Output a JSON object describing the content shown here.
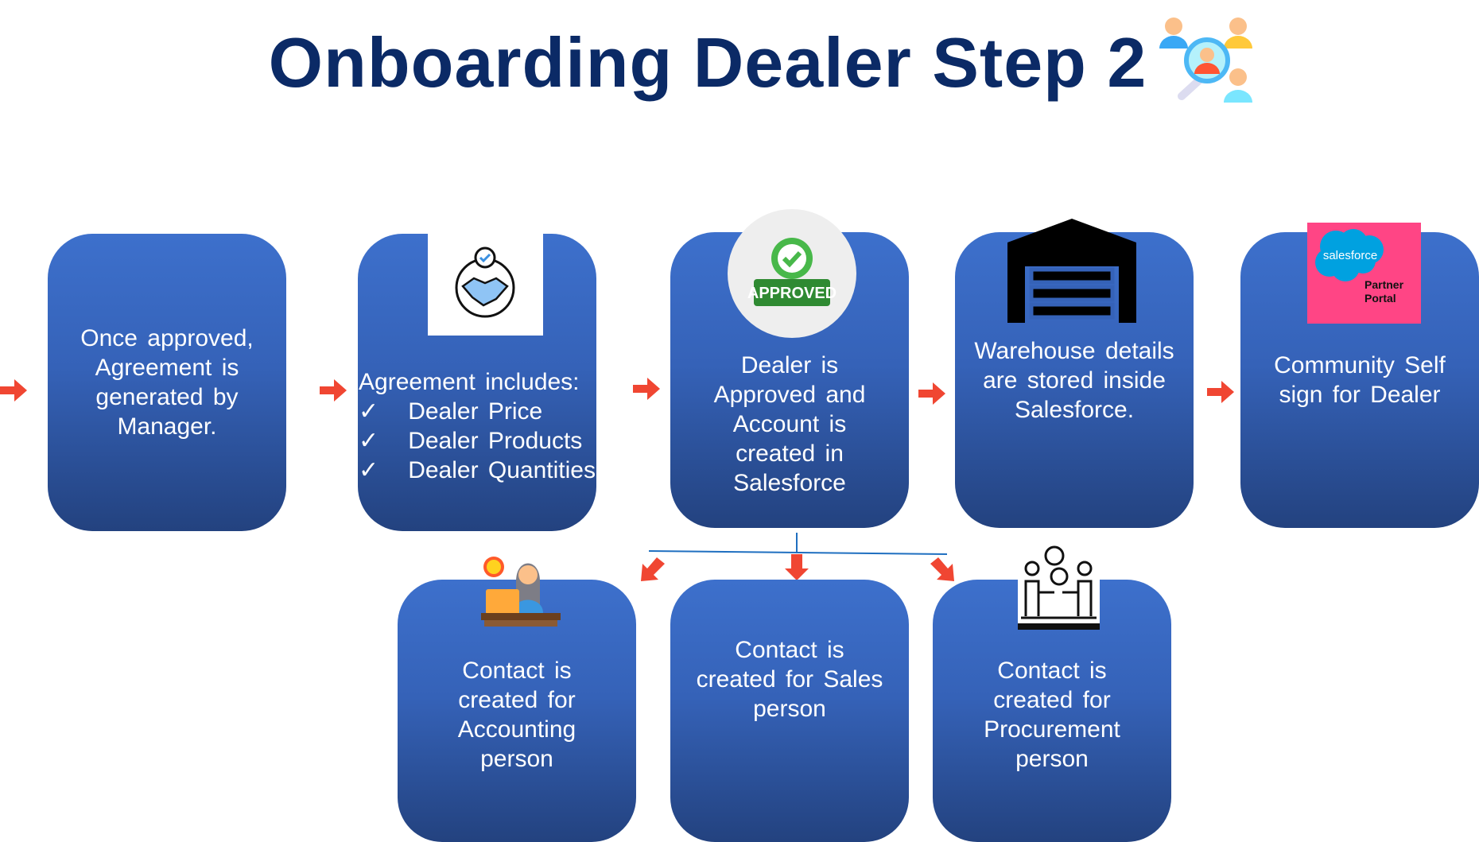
{
  "title": "Onboarding Dealer Step 2",
  "steps": [
    {
      "text": "Once approved,\nAgreement is\ngenerated by\nManager."
    },
    {
      "heading": "Agreement includes:",
      "items": [
        "Dealer Price",
        "Dealer Products",
        "Dealer Quantities"
      ],
      "check": "✓"
    },
    {
      "text": "Dealer is\nApproved and\nAccount is\ncreated in\nSalesforce",
      "badge": "APPROVED"
    },
    {
      "text": "Warehouse details\nare stored inside\nSalesforce."
    },
    {
      "text": "Community Self\nsign for Dealer",
      "logo_text": "salesforce",
      "logo_caption": "Partner\nPortal"
    }
  ],
  "contacts": [
    {
      "text": "Contact is\ncreated for\nAccounting\nperson"
    },
    {
      "text": "Contact is\ncreated for Sales\nperson"
    },
    {
      "text": "Contact is\ncreated for\nProcurement\nperson"
    }
  ],
  "colors": {
    "title": "#0b2a66",
    "box": "#3562b8",
    "arrow": "#f04632",
    "pink": "#ff4585"
  }
}
